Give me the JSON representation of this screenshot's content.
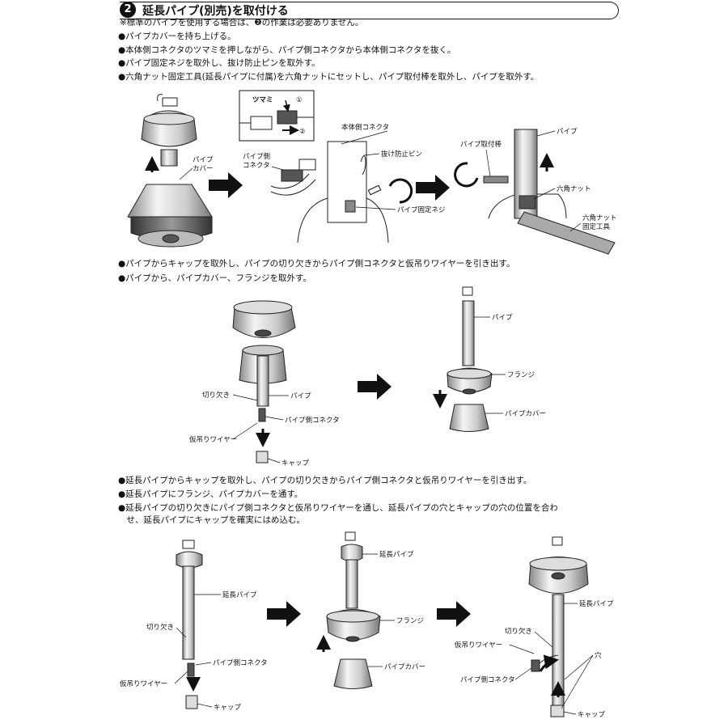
{
  "header": {
    "step_number": "2",
    "title": "延長パイプ(別売)を取付ける"
  },
  "section1": {
    "note": "※標準のパイプを使用する場合は、❷の作業は必要ありません。",
    "bullets": [
      "●パイプカバーを持ち上げる。",
      "●本体側コネクタのツマミを押しながら、パイプ側コネクタから本体側コネクタを抜く。",
      "●パイプ固定ネジを取外し、抜け防止ピンを取外す。",
      "●六角ナット固定工具(延長パイプに付属)を六角ナットにセットし、パイプ取付棒を取外し、パイプを取外す。"
    ]
  },
  "figure1": {
    "pipe_cover": "パイプ\nカバー",
    "knob": "ツマミ",
    "step1": "①",
    "step2": "②",
    "body_connector": "本体側コネクタ",
    "pipe_connector": "パイプ側\nコネクタ",
    "pin": "抜け防止ピン",
    "screw": "パイプ固定ネジ",
    "mount_rod": "パイプ取付棒",
    "pipe": "パイプ",
    "hex_nut": "六角ナット",
    "hex_tool": "六角ナット\n固定工具"
  },
  "section2": {
    "bullets": [
      "●パイプからキャップを取外し、パイプの切り欠きからパイプ側コネクタと仮吊りワイヤーを引き出す。",
      "●パイプから、パイプカバー、フランジを取外す。"
    ]
  },
  "figure2": {
    "notch": "切り欠き",
    "pipe": "パイプ",
    "pipe_connector": "パイプ側コネクタ",
    "temp_wire": "仮吊りワイヤー",
    "cap": "キャップ",
    "pipe_right": "パイプ",
    "flange": "フランジ",
    "pipe_cover": "パイプカバー"
  },
  "section3": {
    "bullets": [
      "●延長パイプからキャップを取外し、パイプの切り欠きからパイプ側コネクタと仮吊りワイヤーを引き出す。",
      "●延長パイプにフランジ、パイプカバーを通す。",
      "●延長パイプの切り欠きにパイプ側コネクタと仮吊りワイヤーを通し、延長パイプの穴とキャップの穴の位置を合わ",
      "　せ、延長パイプにキャップを確実にはめ込む。"
    ]
  },
  "figure3": {
    "ext_pipe": "延長パイプ",
    "notch": "切り欠き",
    "pipe_connector": "パイプ側コネクタ",
    "temp_wire": "仮吊りワイヤー",
    "cap": "キャップ",
    "ext_pipe_mid": "延長パイプ",
    "flange": "フランジ",
    "pipe_cover": "パイプカバー",
    "ext_pipe_right": "延長パイプ",
    "notch_right": "切り欠き",
    "temp_wire_right": "仮吊りワイヤー",
    "hole": "穴",
    "pipe_connector_right": "パイプ側コネクタ",
    "cap_right": "キャップ"
  }
}
